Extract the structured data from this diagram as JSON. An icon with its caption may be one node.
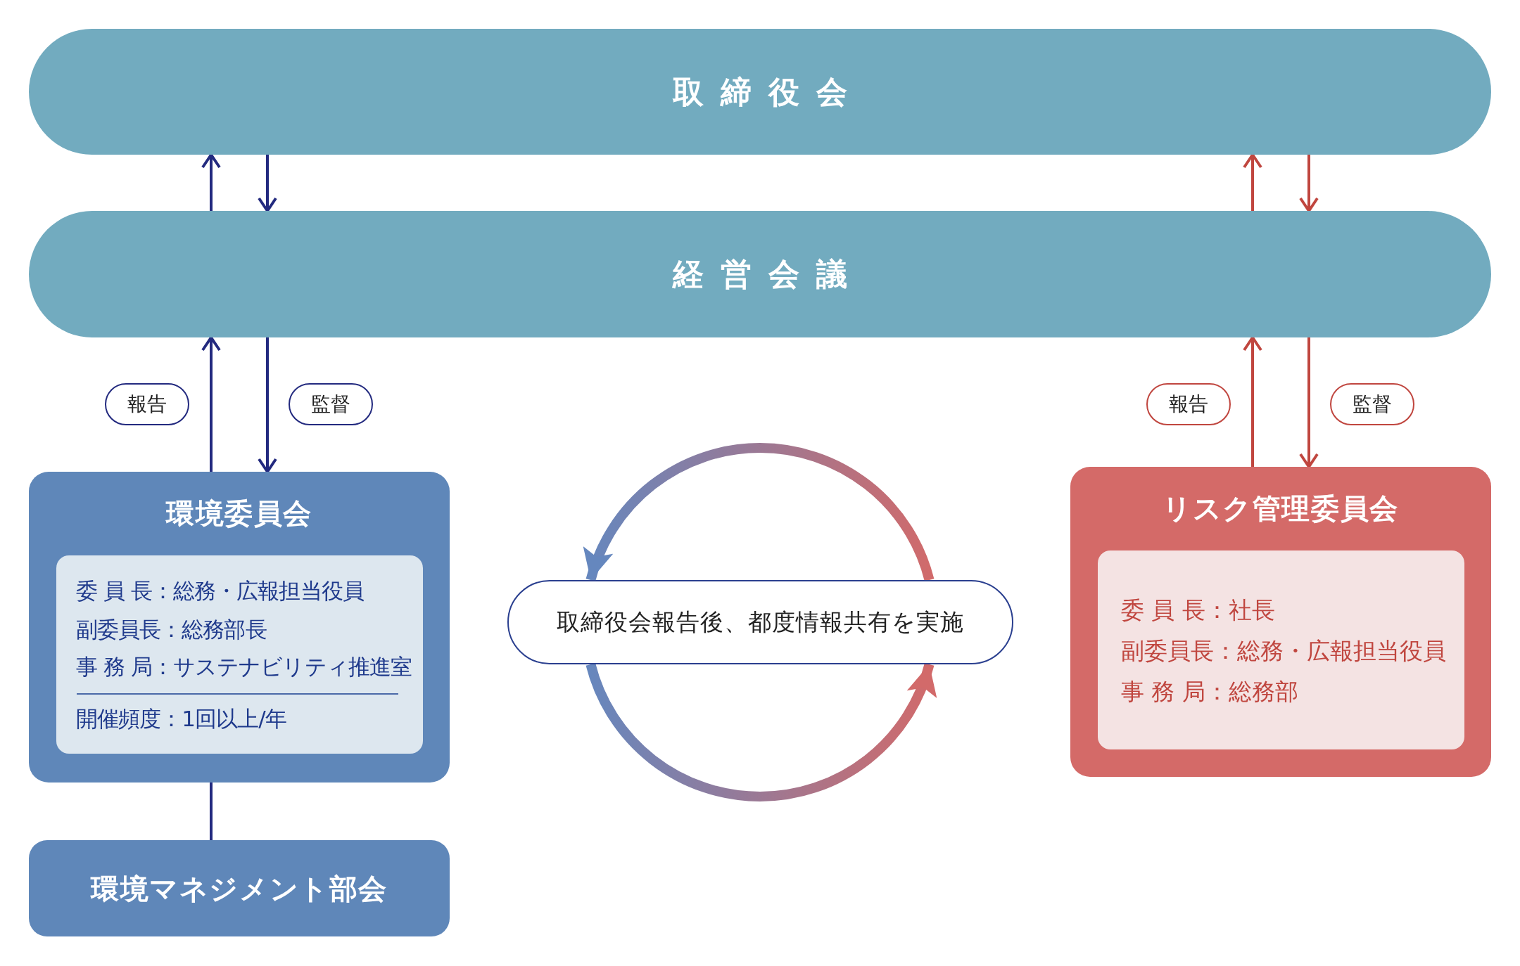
{
  "diagram": {
    "nodes": [
      {
        "text": [
          "取締役会"
        ]
      },
      {
        "text": [
          "経営会議"
        ]
      },
      {
        "text": [
          "環境委員会"
        ]
      },
      {
        "text": [
          "委 員 長：総務・広報担当役員",
          "副委員長：総務部長",
          "事 務 局：サステナビリティ推進室",
          "開催頻度：1回以上/年"
        ],
        "in": 2
      },
      {
        "text": [
          "環境マネジメント部会"
        ]
      },
      {
        "text": [
          "リスク管理委員会"
        ]
      },
      {
        "text": [
          "委 員 長：社長",
          "副委員長：総務・広報担当役員",
          "事 務 局：総務部"
        ],
        "in": 5
      },
      {
        "text": [
          "取締役会報告後、都度情報共有を実施"
        ]
      }
    ],
    "edges": [
      {
        "from": 1,
        "to": 0,
        "arrow": "to"
      },
      {
        "from": 0,
        "to": 1,
        "arrow": "to"
      },
      {
        "from": 1,
        "to": 0,
        "arrow": "to",
        "color": "#c0463f"
      },
      {
        "from": 0,
        "to": 1,
        "arrow": "to",
        "color": "#c0463f"
      },
      {
        "from": 2,
        "to": 1,
        "arrow": "to",
        "label": "報告"
      },
      {
        "from": 1,
        "to": 2,
        "arrow": "to",
        "label": "監督"
      },
      {
        "from": 5,
        "to": 1,
        "arrow": "to",
        "label": "報告",
        "color": "#c0463f"
      },
      {
        "from": 1,
        "to": 5,
        "arrow": "to",
        "label": "監督",
        "color": "#c0463f"
      },
      {
        "from": 2,
        "to": 4,
        "arrow": "none"
      },
      {
        "from": 7,
        "to": 7,
        "arrow": "to",
        "style": "thick"
      },
      {
        "from": 7,
        "to": 7,
        "arrow": "to",
        "style": "thick"
      }
    ]
  }
}
